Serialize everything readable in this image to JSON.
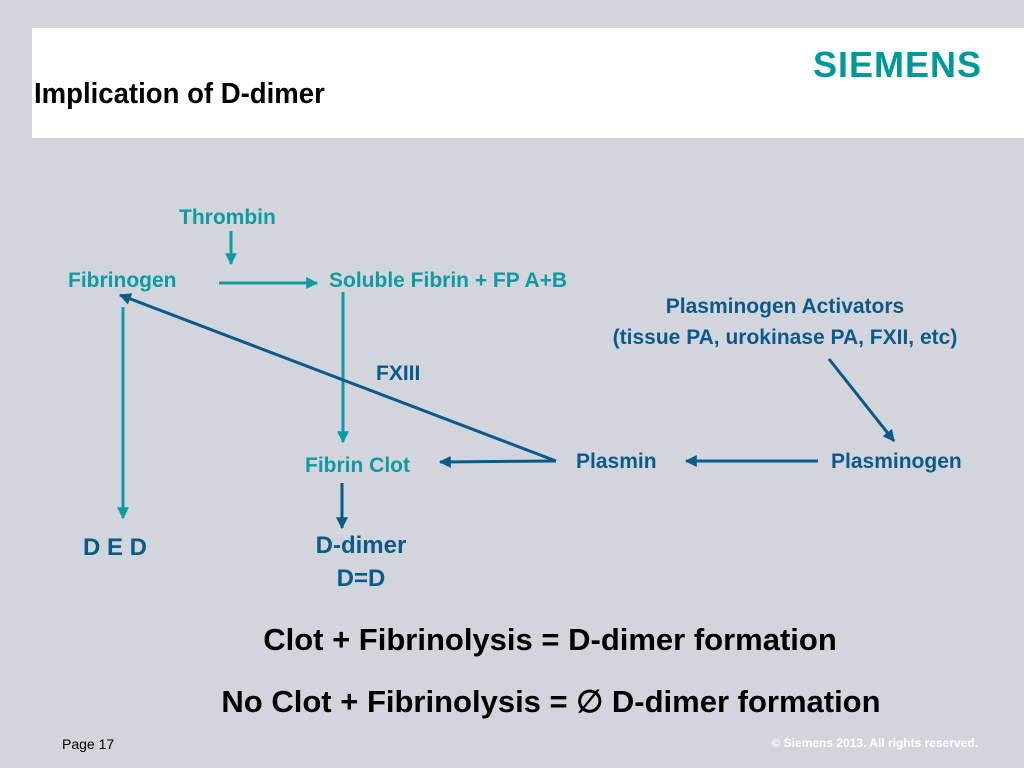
{
  "header": {
    "title": "Implication of D-dimer",
    "logo_text": "SIEMENS"
  },
  "diagram": {
    "thrombin": "Thrombin",
    "fibrinogen": "Fibrinogen",
    "soluble_fibrin": "Soluble Fibrin + FP A+B",
    "plasminogen_activators": "Plasminogen Activators",
    "plasminogen_activators_detail": "(tissue PA, urokinase PA, FXII, etc)",
    "fxiii": "FXIII",
    "fibrin_clot": "Fibrin Clot",
    "plasmin": "Plasmin",
    "plasminogen": "Plasminogen",
    "ded": "D E D",
    "d_dimer": "D-dimer",
    "d_equals_d": "D=D"
  },
  "formulas": {
    "line1": "Clot + Fibrinolysis = D-dimer formation",
    "line2": "No Clot + Fibrinolysis = ∅ D-dimer formation"
  },
  "footer": {
    "page": "Page 17",
    "copyright": "© Siemens 2013. All rights reserved."
  },
  "colors": {
    "teal": "#109aa3",
    "dark_blue": "#0b5b8a",
    "brand": "#009999",
    "background": "#d3d5dd"
  }
}
